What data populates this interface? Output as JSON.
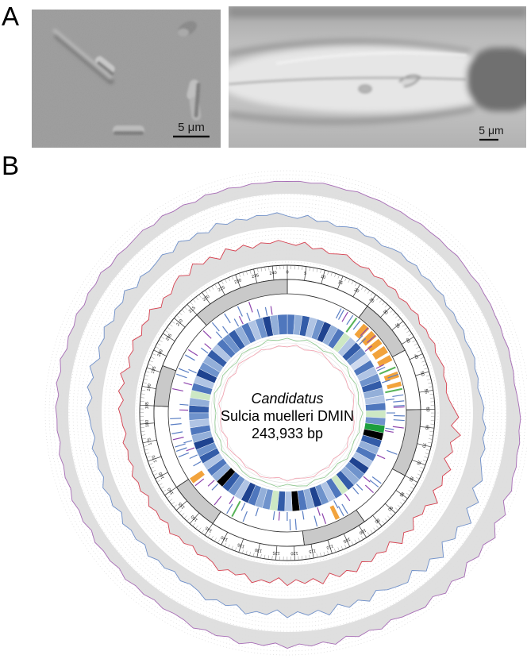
{
  "figure": {
    "panel_a": {
      "label": "A",
      "left_scale_bar": "5 μm",
      "right_scale_bar": "5 μm"
    },
    "panel_b": {
      "label": "B"
    }
  },
  "chart_data": {
    "type": "circos_genome_map",
    "organism_line_italic": "Candidatus",
    "organism_line_2": "Sulcia muelleri DMIN",
    "size_label": "243,933 bp",
    "genome_length_bp": 243933,
    "axis": {
      "unit": "kb",
      "major_tick_kb": 5,
      "minor_tick_kb": 1,
      "first_label": 0,
      "last_label": 240
    },
    "colors": {
      "red_track": "#d6404f",
      "blue_track": "#6e8fc9",
      "purple_track": "#a66bb5",
      "track_fill": "#dcdcdc",
      "grid": "#d9d9d9",
      "ring_border": "#2b2b2b",
      "ideogram_gray": "#c9c9c9",
      "ideogram_white": "#ffffff",
      "orange_mark": "#f2a33c",
      "green_mark": "#57b457",
      "blue_mark": "#5b7fc4",
      "purple_mark": "#8e44ad",
      "heat_black": "#000000",
      "heat_green": "#1d9e3f",
      "heat_lightgreen": "#cde8c4",
      "heat_shades": [
        "#e9eef7",
        "#cdd9ee",
        "#b0c4e4",
        "#93afd9",
        "#6f93cc",
        "#4f77bd",
        "#335ca8",
        "#1f4390"
      ],
      "inner_green_line": "#8cc88c",
      "inner_pink_line": "#f2a0ae"
    },
    "ideogram_segments": [
      [
        0,
        25,
        "w"
      ],
      [
        25,
        42,
        "g"
      ],
      [
        42,
        60,
        "w"
      ],
      [
        60,
        80,
        "g"
      ],
      [
        80,
        98,
        "w"
      ],
      [
        98,
        117,
        "g"
      ],
      [
        117,
        145,
        "w"
      ],
      [
        145,
        160,
        "g"
      ],
      [
        160,
        185,
        "w"
      ],
      [
        185,
        197,
        "g"
      ],
      [
        197,
        215,
        "w"
      ],
      [
        215,
        243.933,
        "g"
      ]
    ],
    "tracks": [
      {
        "id": "red",
        "color_key": "red_track",
        "values": [
          55,
          48,
          60,
          42,
          50,
          38,
          45,
          52,
          40,
          35,
          42,
          30,
          38,
          30,
          36,
          25,
          32,
          28,
          35,
          22,
          30,
          26,
          33,
          24,
          28,
          34,
          26,
          30,
          25,
          32,
          45,
          60,
          38,
          70,
          42,
          55,
          35,
          65,
          48,
          58,
          40,
          72,
          44,
          52,
          36,
          62,
          46,
          68,
          38,
          56,
          44,
          58,
          44,
          66,
          50,
          62,
          42,
          70,
          48,
          60,
          46,
          64,
          40,
          58,
          52,
          66,
          44,
          56,
          48,
          62,
          46,
          40,
          48,
          34,
          44,
          38,
          50,
          32,
          42,
          36,
          46,
          30,
          44,
          38,
          48,
          34,
          42,
          36,
          46,
          32,
          40,
          44,
          52,
          38,
          56,
          42,
          60,
          36,
          50,
          44,
          58,
          40,
          54,
          46,
          62,
          38,
          52,
          44,
          60,
          70,
          52,
          76,
          58,
          68,
          48,
          72,
          55,
          66,
          50,
          62,
          56,
          64
        ]
      },
      {
        "id": "blue",
        "color_key": "blue_track",
        "values": [
          35,
          28,
          40,
          25,
          32,
          22,
          30,
          36,
          24,
          30,
          20,
          28,
          33,
          25,
          32,
          20,
          28,
          24,
          30,
          18,
          26,
          22,
          28,
          20,
          26,
          30,
          22,
          26,
          20,
          28,
          35,
          30,
          42,
          36,
          48,
          40,
          52,
          65,
          45,
          80,
          55,
          90,
          60,
          75,
          50,
          85,
          58,
          78,
          48,
          70,
          62,
          55,
          40,
          62,
          45,
          58,
          38,
          65,
          44,
          56,
          42,
          60,
          36,
          54,
          48,
          62,
          40,
          52,
          44,
          58,
          42,
          35,
          42,
          28,
          38,
          32,
          44,
          26,
          36,
          30,
          40,
          24,
          38,
          32,
          42,
          28,
          36,
          30,
          40,
          26,
          34,
          38,
          46,
          32,
          50,
          36,
          54,
          30,
          44,
          38,
          52,
          34,
          48,
          40,
          56,
          32,
          46,
          38,
          42,
          50,
          36,
          54,
          40,
          48,
          34,
          52,
          38,
          46,
          35,
          44,
          40,
          46
        ]
      },
      {
        "id": "purple",
        "color_key": "purple_track",
        "values": [
          50,
          52,
          48,
          54,
          50,
          46,
          52,
          48,
          50,
          46,
          48,
          44,
          50,
          46,
          48,
          44,
          50,
          46,
          42,
          48,
          44,
          46,
          42,
          44,
          40,
          46,
          42,
          44,
          40,
          46,
          52,
          58,
          54,
          62,
          58,
          66,
          62,
          75,
          58,
          88,
          64,
          95,
          70,
          82,
          60,
          90,
          66,
          85,
          62,
          78,
          68,
          62,
          50,
          68,
          54,
          64,
          48,
          70,
          52,
          62,
          50,
          66,
          46,
          60,
          54,
          68,
          50,
          60,
          52,
          64,
          50,
          46,
          52,
          42,
          50,
          44,
          54,
          40,
          48,
          44,
          52,
          38,
          50,
          44,
          54,
          42,
          50,
          44,
          52,
          40,
          48,
          46,
          52,
          42,
          56,
          46,
          58,
          42,
          52,
          46,
          56,
          44,
          54,
          48,
          58,
          44,
          52,
          46,
          50,
          56,
          46,
          58,
          50,
          54,
          44,
          56,
          48,
          54,
          46,
          52,
          48,
          52
        ]
      }
    ],
    "gene_marks": {
      "orange_blocks": [
        {
          "p": 27.5,
          "w": 2.5
        },
        {
          "p": 31,
          "w": 2.5
        },
        {
          "p": 34.5,
          "w": 2
        },
        {
          "p": 37.5,
          "w": 2.5
        },
        {
          "p": 41,
          "w": 2
        },
        {
          "p": 47,
          "w": 2
        },
        {
          "p": 50.5,
          "w": 1.5
        },
        {
          "p": 104,
          "w": 1.5
        },
        {
          "p": 158,
          "w": 2
        }
      ],
      "green_ticks": [
        24.5,
        45.5,
        53,
        141
      ],
      "outer_blue_ticks": [
        18.5,
        19.5,
        23,
        26,
        48,
        55,
        57,
        58.5,
        62,
        63.5,
        75,
        86,
        87.5,
        101,
        102.5,
        112,
        119,
        121,
        137,
        143,
        168,
        170,
        171.5,
        176,
        179,
        181,
        196,
        198,
        203,
        217,
        222,
        227
      ],
      "outer_purple_ticks": [
        21,
        29.5,
        33,
        59,
        66,
        90,
        109,
        148,
        157,
        174,
        191,
        205,
        213,
        231
      ],
      "inner_blue_ticks": [
        30,
        31.5,
        44,
        49,
        56,
        61,
        67,
        92,
        94,
        103,
        116,
        122,
        127,
        133.5,
        139,
        152,
        163,
        166,
        172,
        186,
        199,
        208,
        216,
        219,
        224,
        229,
        233,
        236
      ],
      "inner_purple_ticks": [
        35,
        43,
        68,
        78,
        88,
        98,
        110,
        125,
        144,
        154,
        169,
        184,
        194,
        210,
        226,
        238
      ]
    },
    "heatmap": {
      "segment_kb": 3,
      "values": [
        5,
        3,
        6,
        2,
        4,
        7,
        3,
        5,
        "g",
        2,
        6,
        4,
        1,
        5,
        2,
        4,
        6,
        3,
        2,
        5,
        "g",
        4,
        "G",
        "K",
        6,
        3,
        5,
        2,
        7,
        4,
        3,
        6,
        "g",
        5,
        2,
        4,
        7,
        3,
        5,
        "K",
        2,
        6,
        "g",
        4,
        3,
        5,
        7,
        2,
        4,
        6,
        "K",
        3,
        5,
        2,
        6,
        4,
        7,
        3,
        5,
        2,
        4,
        6,
        3,
        "g",
        5,
        2,
        7,
        4,
        3,
        6,
        2,
        5,
        4,
        6,
        3,
        5,
        2,
        4,
        7,
        3,
        5
      ]
    },
    "inner_profiles": {
      "green_offsets": [
        2,
        -1,
        3,
        1,
        -2,
        2,
        0,
        3,
        -1,
        2,
        1,
        -2,
        3,
        0,
        2,
        -1,
        1,
        3,
        -2,
        0,
        2,
        -1,
        3,
        1,
        -2,
        2,
        0,
        -1,
        2,
        1,
        -2,
        0,
        3,
        -1,
        2,
        0,
        -2,
        1,
        3,
        -1,
        2,
        0,
        -2,
        2,
        1,
        -1,
        3,
        0
      ],
      "pink_offsets": [
        -2,
        1,
        -3,
        0,
        2,
        -1,
        -3,
        1,
        0,
        -2,
        2,
        -1,
        -3,
        0,
        1,
        -2,
        2,
        0,
        -3,
        1,
        -1,
        2,
        0,
        -2,
        1,
        -3,
        0,
        2,
        -1,
        1,
        -2,
        0,
        2,
        -3,
        1,
        0,
        -2,
        2,
        -1,
        0,
        1,
        -3,
        2,
        0,
        -1,
        1,
        -2,
        0
      ]
    }
  }
}
